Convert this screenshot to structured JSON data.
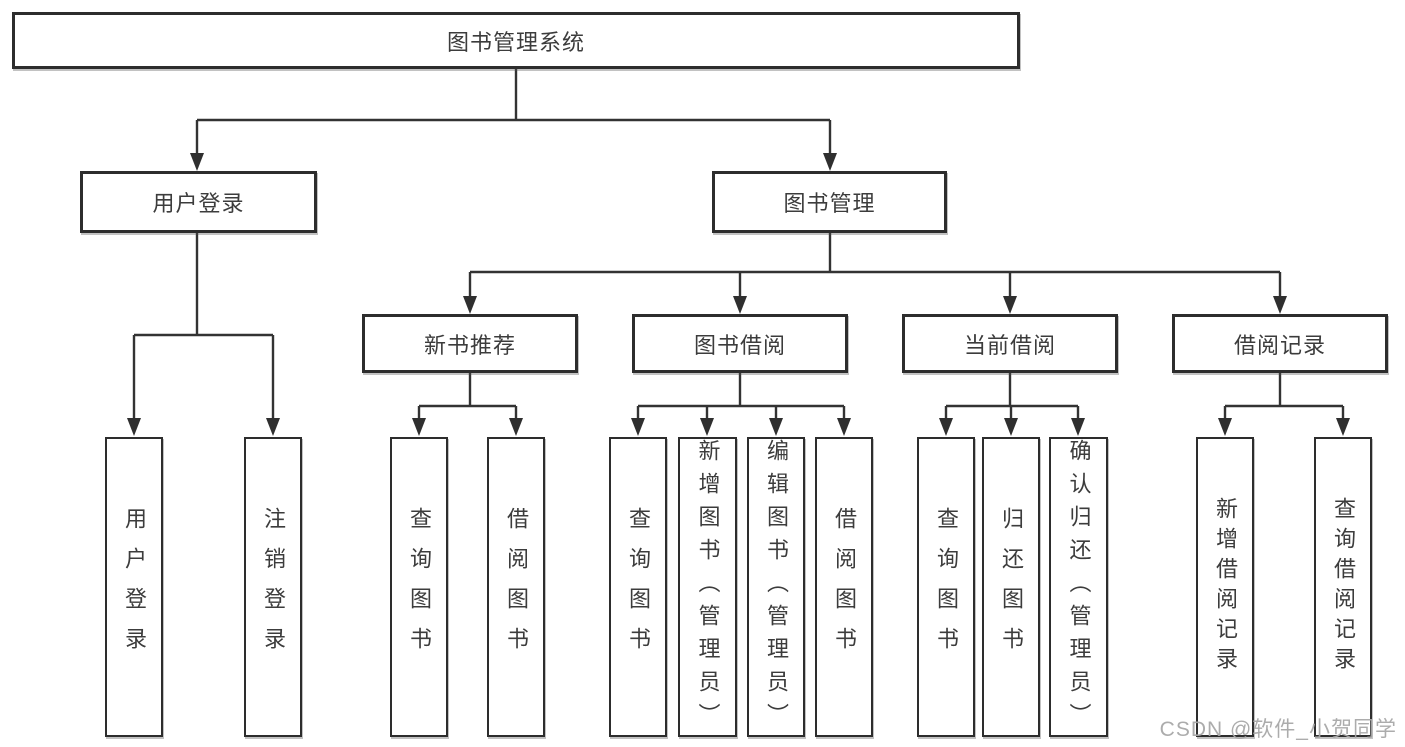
{
  "diagram": {
    "root": {
      "label": "图书管理系统",
      "children": [
        {
          "label": "用户登录",
          "children": [
            {
              "label": "用户登录"
            },
            {
              "label": "注销登录"
            }
          ]
        },
        {
          "label": "图书管理",
          "children": [
            {
              "label": "新书推荐",
              "children": [
                {
                  "label": "查询图书"
                },
                {
                  "label": "借阅图书"
                }
              ]
            },
            {
              "label": "图书借阅",
              "children": [
                {
                  "label": "查询图书"
                },
                {
                  "label": "新增图书（管理员）"
                },
                {
                  "label": "编辑图书（管理员）"
                },
                {
                  "label": "借阅图书"
                }
              ]
            },
            {
              "label": "当前借阅",
              "children": [
                {
                  "label": "查询图书"
                },
                {
                  "label": "归还图书"
                },
                {
                  "label": "确认归还（管理员）"
                }
              ]
            },
            {
              "label": "借阅记录",
              "children": [
                {
                  "label": "新增借阅记录"
                },
                {
                  "label": "查询借阅记录"
                }
              ]
            }
          ]
        }
      ]
    },
    "colors": {
      "line": "#333333",
      "border": "#2d2d2d",
      "text": "#3c3c3c",
      "watermark": "#a8a8a8"
    }
  },
  "watermark": {
    "text": "CSDN @软件_小贺同学"
  }
}
